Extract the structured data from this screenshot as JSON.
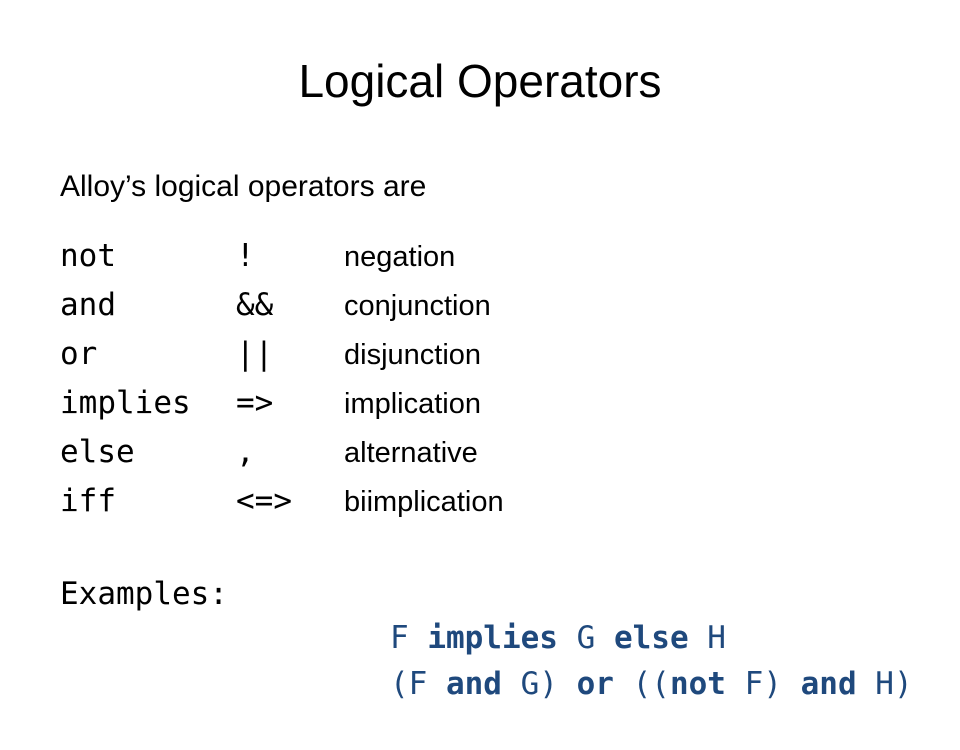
{
  "slide": {
    "title": "Logical Operators",
    "intro": "Alloy’s logical operators are"
  },
  "operators": [
    {
      "keyword": "not",
      "symbol": "!",
      "description": "negation"
    },
    {
      "keyword": "and",
      "symbol": "&&",
      "description": "conjunction"
    },
    {
      "keyword": "or",
      "symbol": "||",
      "description": "disjunction"
    },
    {
      "keyword": "implies",
      "symbol": "=>",
      "description": "implication"
    },
    {
      "keyword": "else",
      "symbol": ",",
      "description": "alternative"
    },
    {
      "keyword": "iff",
      "symbol": "<=>",
      "description": "biimplication"
    }
  ],
  "examples": {
    "label": "Examples:",
    "lines": [
      [
        {
          "text": "F ",
          "bold": false
        },
        {
          "text": "implies",
          "bold": true
        },
        {
          "text": " G ",
          "bold": false
        },
        {
          "text": "else",
          "bold": true
        },
        {
          "text": " H",
          "bold": false
        }
      ],
      [
        {
          "text": "(F ",
          "bold": false
        },
        {
          "text": "and",
          "bold": true
        },
        {
          "text": " G) ",
          "bold": false
        },
        {
          "text": "or",
          "bold": true
        },
        {
          "text": " ((",
          "bold": false
        },
        {
          "text": "not",
          "bold": true
        },
        {
          "text": " F) ",
          "bold": false
        },
        {
          "text": "and",
          "bold": true
        },
        {
          "text": " H)",
          "bold": false
        }
      ]
    ]
  },
  "colors": {
    "code_accent": "#1f497d",
    "text": "#000000",
    "background": "#ffffff"
  }
}
